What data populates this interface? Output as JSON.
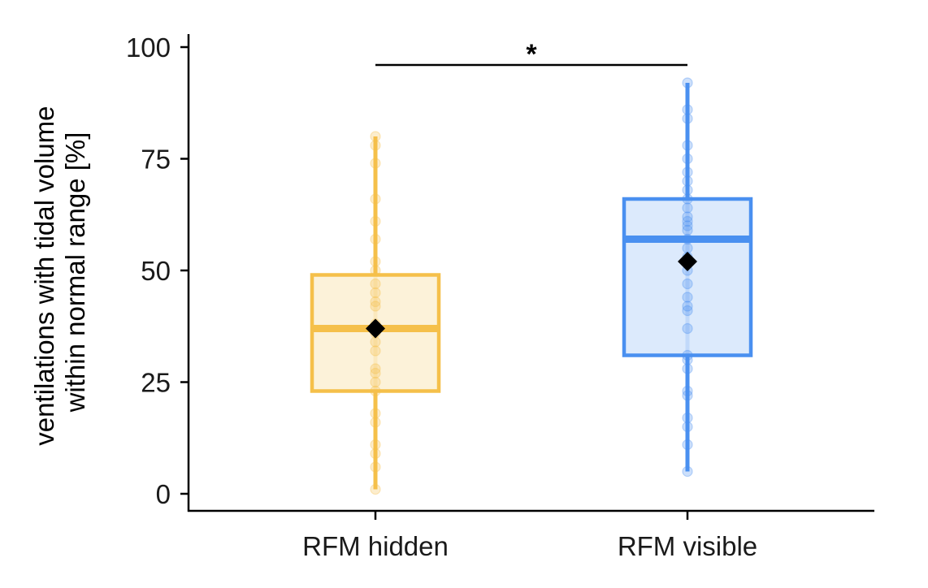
{
  "chart_data": {
    "type": "box",
    "ylabel_lines": [
      "ventilations with tidal volume",
      "within normal range [%]"
    ],
    "ylim": [
      0,
      100
    ],
    "yticks": [
      0,
      25,
      50,
      75,
      100
    ],
    "grid": false,
    "categories": [
      "RFM hidden",
      "RFM visible"
    ],
    "series": [
      {
        "category": "RFM hidden",
        "color": "#f5c04a",
        "fill": "#fcf0d2",
        "whisker_low": 1,
        "q1": 23,
        "median": 37,
        "q3": 49,
        "whisker_high": 80,
        "mean": 37,
        "points": [
          1,
          6,
          9,
          11,
          16,
          18,
          23,
          25,
          27,
          28,
          32,
          34,
          36,
          38,
          42,
          43,
          45,
          47,
          50,
          52,
          57,
          61,
          66,
          74,
          78,
          80
        ]
      },
      {
        "category": "RFM visible",
        "color": "#4a90f0",
        "fill": "#d6e6fc",
        "whisker_low": 5,
        "q1": 31,
        "median": 57,
        "q3": 66,
        "whisker_high": 92,
        "mean": 52,
        "points": [
          5,
          11,
          15,
          17,
          22,
          23,
          28,
          30,
          31,
          37,
          41,
          42,
          44,
          47,
          50,
          53,
          55,
          57,
          59,
          60,
          61,
          62,
          64,
          66,
          68,
          70,
          72,
          75,
          78,
          84,
          86,
          92
        ]
      }
    ],
    "significance": {
      "between": [
        "RFM hidden",
        "RFM visible"
      ],
      "label": "*",
      "y": 96
    }
  }
}
